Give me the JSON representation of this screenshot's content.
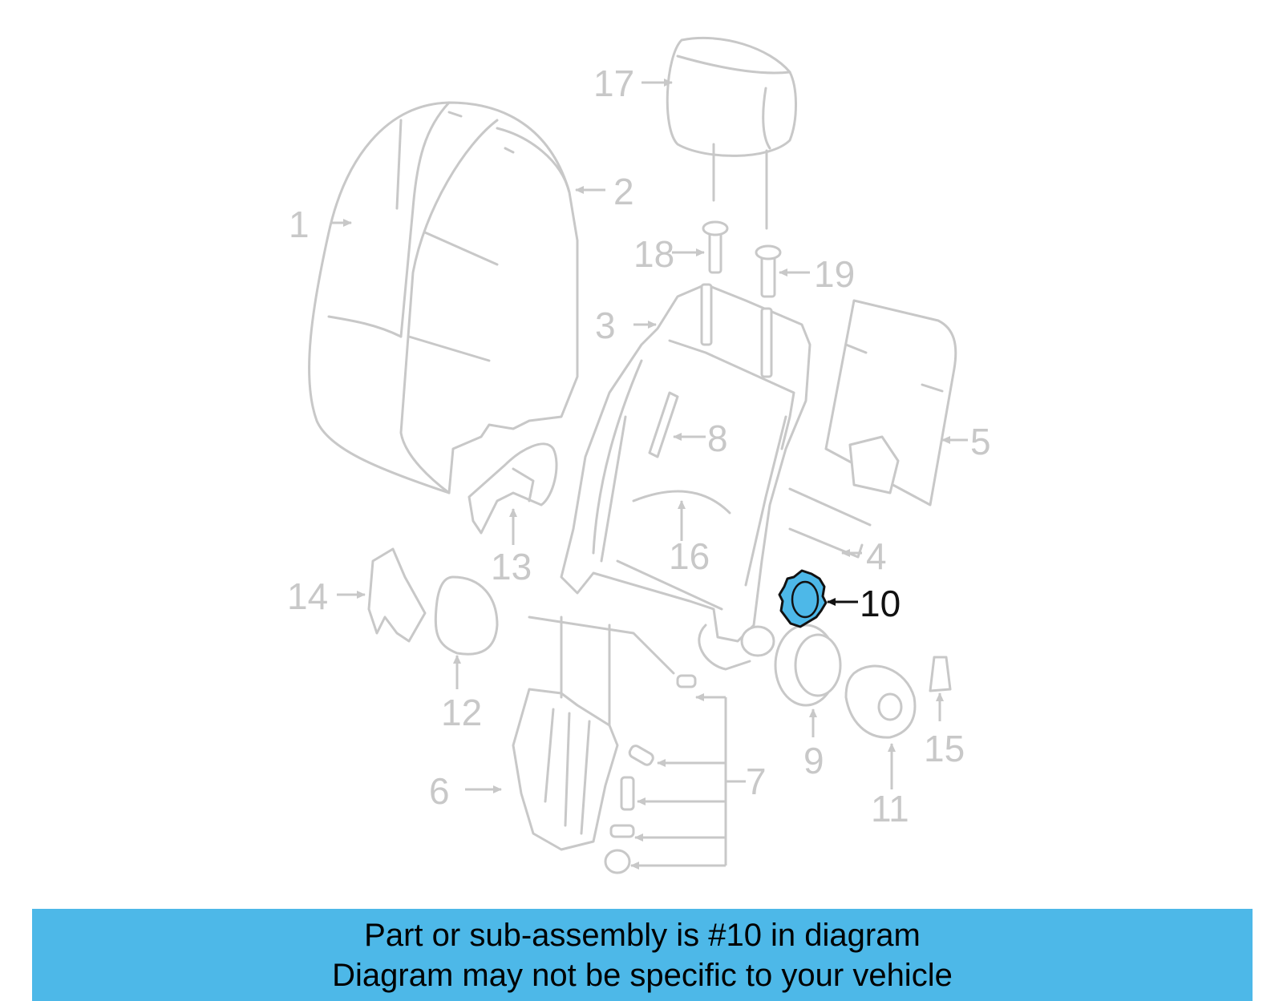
{
  "diagram": {
    "highlighted_part": "10",
    "callouts": [
      "1",
      "2",
      "3",
      "4",
      "5",
      "6",
      "7",
      "8",
      "9",
      "10",
      "11",
      "12",
      "13",
      "14",
      "15",
      "16",
      "17",
      "18",
      "19"
    ]
  },
  "banner": {
    "line1": "Part or sub-assembly is #10 in diagram",
    "line2": "Diagram may not be specific to your vehicle"
  },
  "colors": {
    "banner_background": "#4db8e8",
    "highlight_fill": "#4db8e8",
    "part_outline": "#c8c8c8",
    "active_text": "#111111"
  }
}
